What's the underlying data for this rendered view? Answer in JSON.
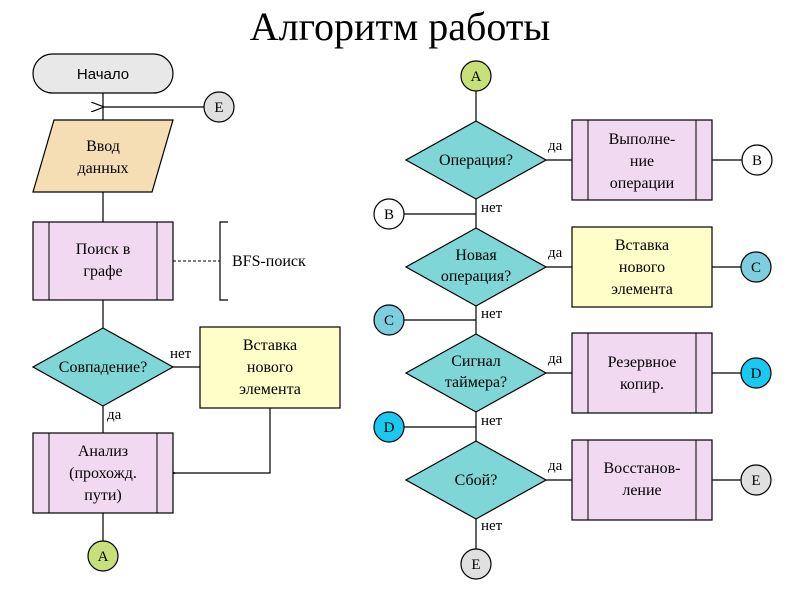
{
  "title": "Алгоритм работы",
  "colors": {
    "start": "#e8e8e8",
    "input": "#f5deb3",
    "process": "#f2d9f2",
    "decision": "#7fd6d6",
    "insert": "#fffdc8",
    "connector_a": "#c8e07a",
    "connector_c": "#7dcfe0",
    "connector_d": "#19c9f0",
    "connector_plain": "#ffffff",
    "connector_e": "#e0e0e0"
  },
  "left": {
    "start": "Начало",
    "input": [
      "Ввод",
      "данных"
    ],
    "search": [
      "Поиск в",
      "графе"
    ],
    "bfs": "BFS-поиск",
    "match": "Совпадение?",
    "insert": [
      "Вставка",
      "нового",
      "элемента"
    ],
    "analysis": [
      "Анализ",
      "(прохожд.",
      "пути)"
    ],
    "yes": "да",
    "no": "нет",
    "conn_e": "E",
    "conn_a": "A"
  },
  "right": {
    "conn_a": "A",
    "op": "Операция?",
    "exec": [
      "Выполне-",
      "ние",
      "операции"
    ],
    "new_op": [
      "Новая",
      "операция?"
    ],
    "insert": [
      "Вставка",
      "нового",
      "элемента"
    ],
    "timer": [
      "Сигнал",
      "таймера?"
    ],
    "backup": [
      "Резервное",
      "копир."
    ],
    "fail": "Сбой?",
    "restore": [
      "Восстанов-",
      "ление"
    ],
    "yes": "да",
    "no": "нет",
    "conn_b": "B",
    "conn_c": "C",
    "conn_d": "D",
    "conn_e": "E"
  }
}
